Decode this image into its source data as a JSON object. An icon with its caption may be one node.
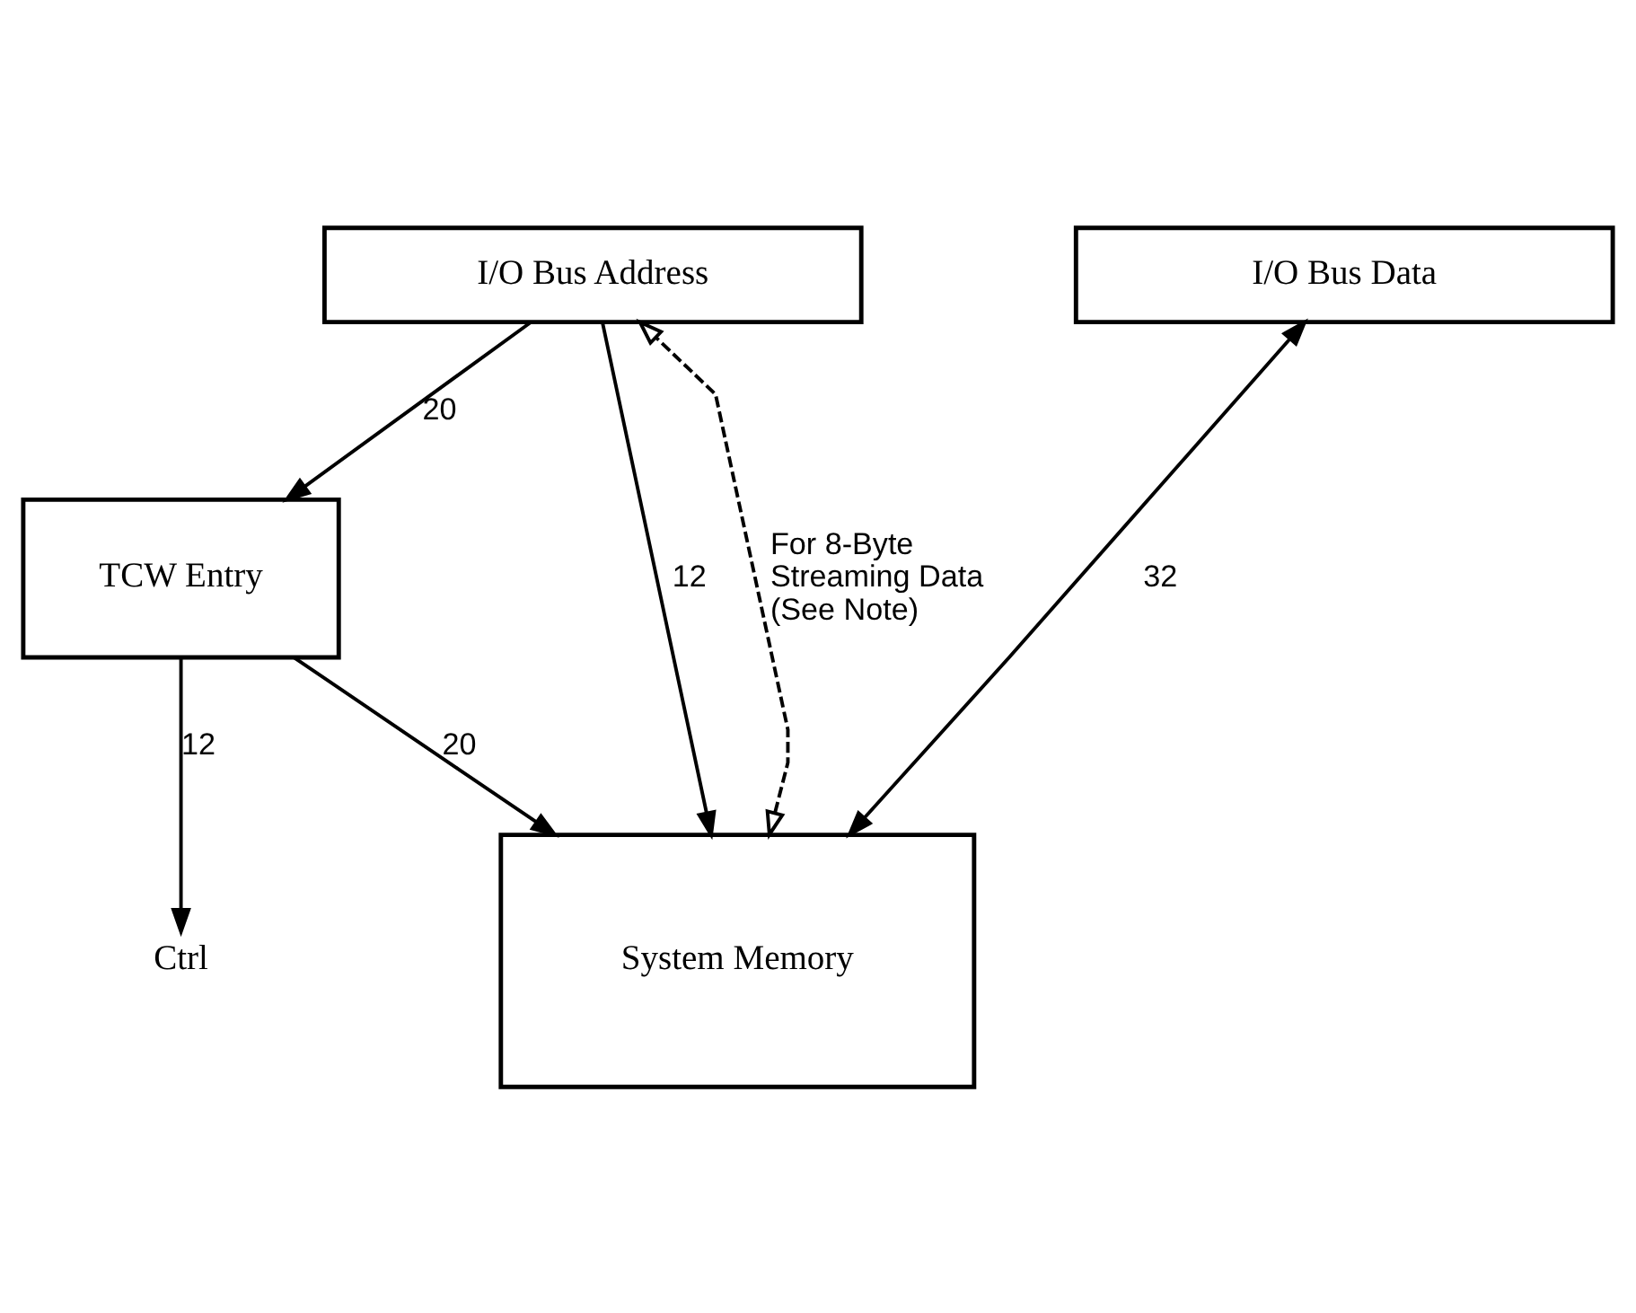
{
  "diagram": {
    "nodes": [
      {
        "text": [
          "I/O Bus Address"
        ]
      },
      {
        "text": [
          "I/O Bus Data"
        ]
      },
      {
        "text": [
          "TCW Entry"
        ]
      },
      {
        "text": [
          "System Memory"
        ]
      },
      {
        "text": [
          "Ctrl"
        ]
      }
    ],
    "edges": [
      {
        "from": 0,
        "to": 2,
        "arrow": "to",
        "label": "20"
      },
      {
        "from": 0,
        "to": 3,
        "arrow": "to",
        "label": "12"
      },
      {
        "from": 3,
        "to": 0,
        "arrow": "both",
        "style": "dashed",
        "label": "For 8-Byte Streaming Data (See Note)"
      },
      {
        "from": 1,
        "to": 3,
        "arrow": "both",
        "label": "32"
      },
      {
        "from": 2,
        "to": 4,
        "arrow": "to",
        "label": "12"
      },
      {
        "from": 2,
        "to": 3,
        "arrow": "to",
        "label": "20"
      }
    ]
  }
}
